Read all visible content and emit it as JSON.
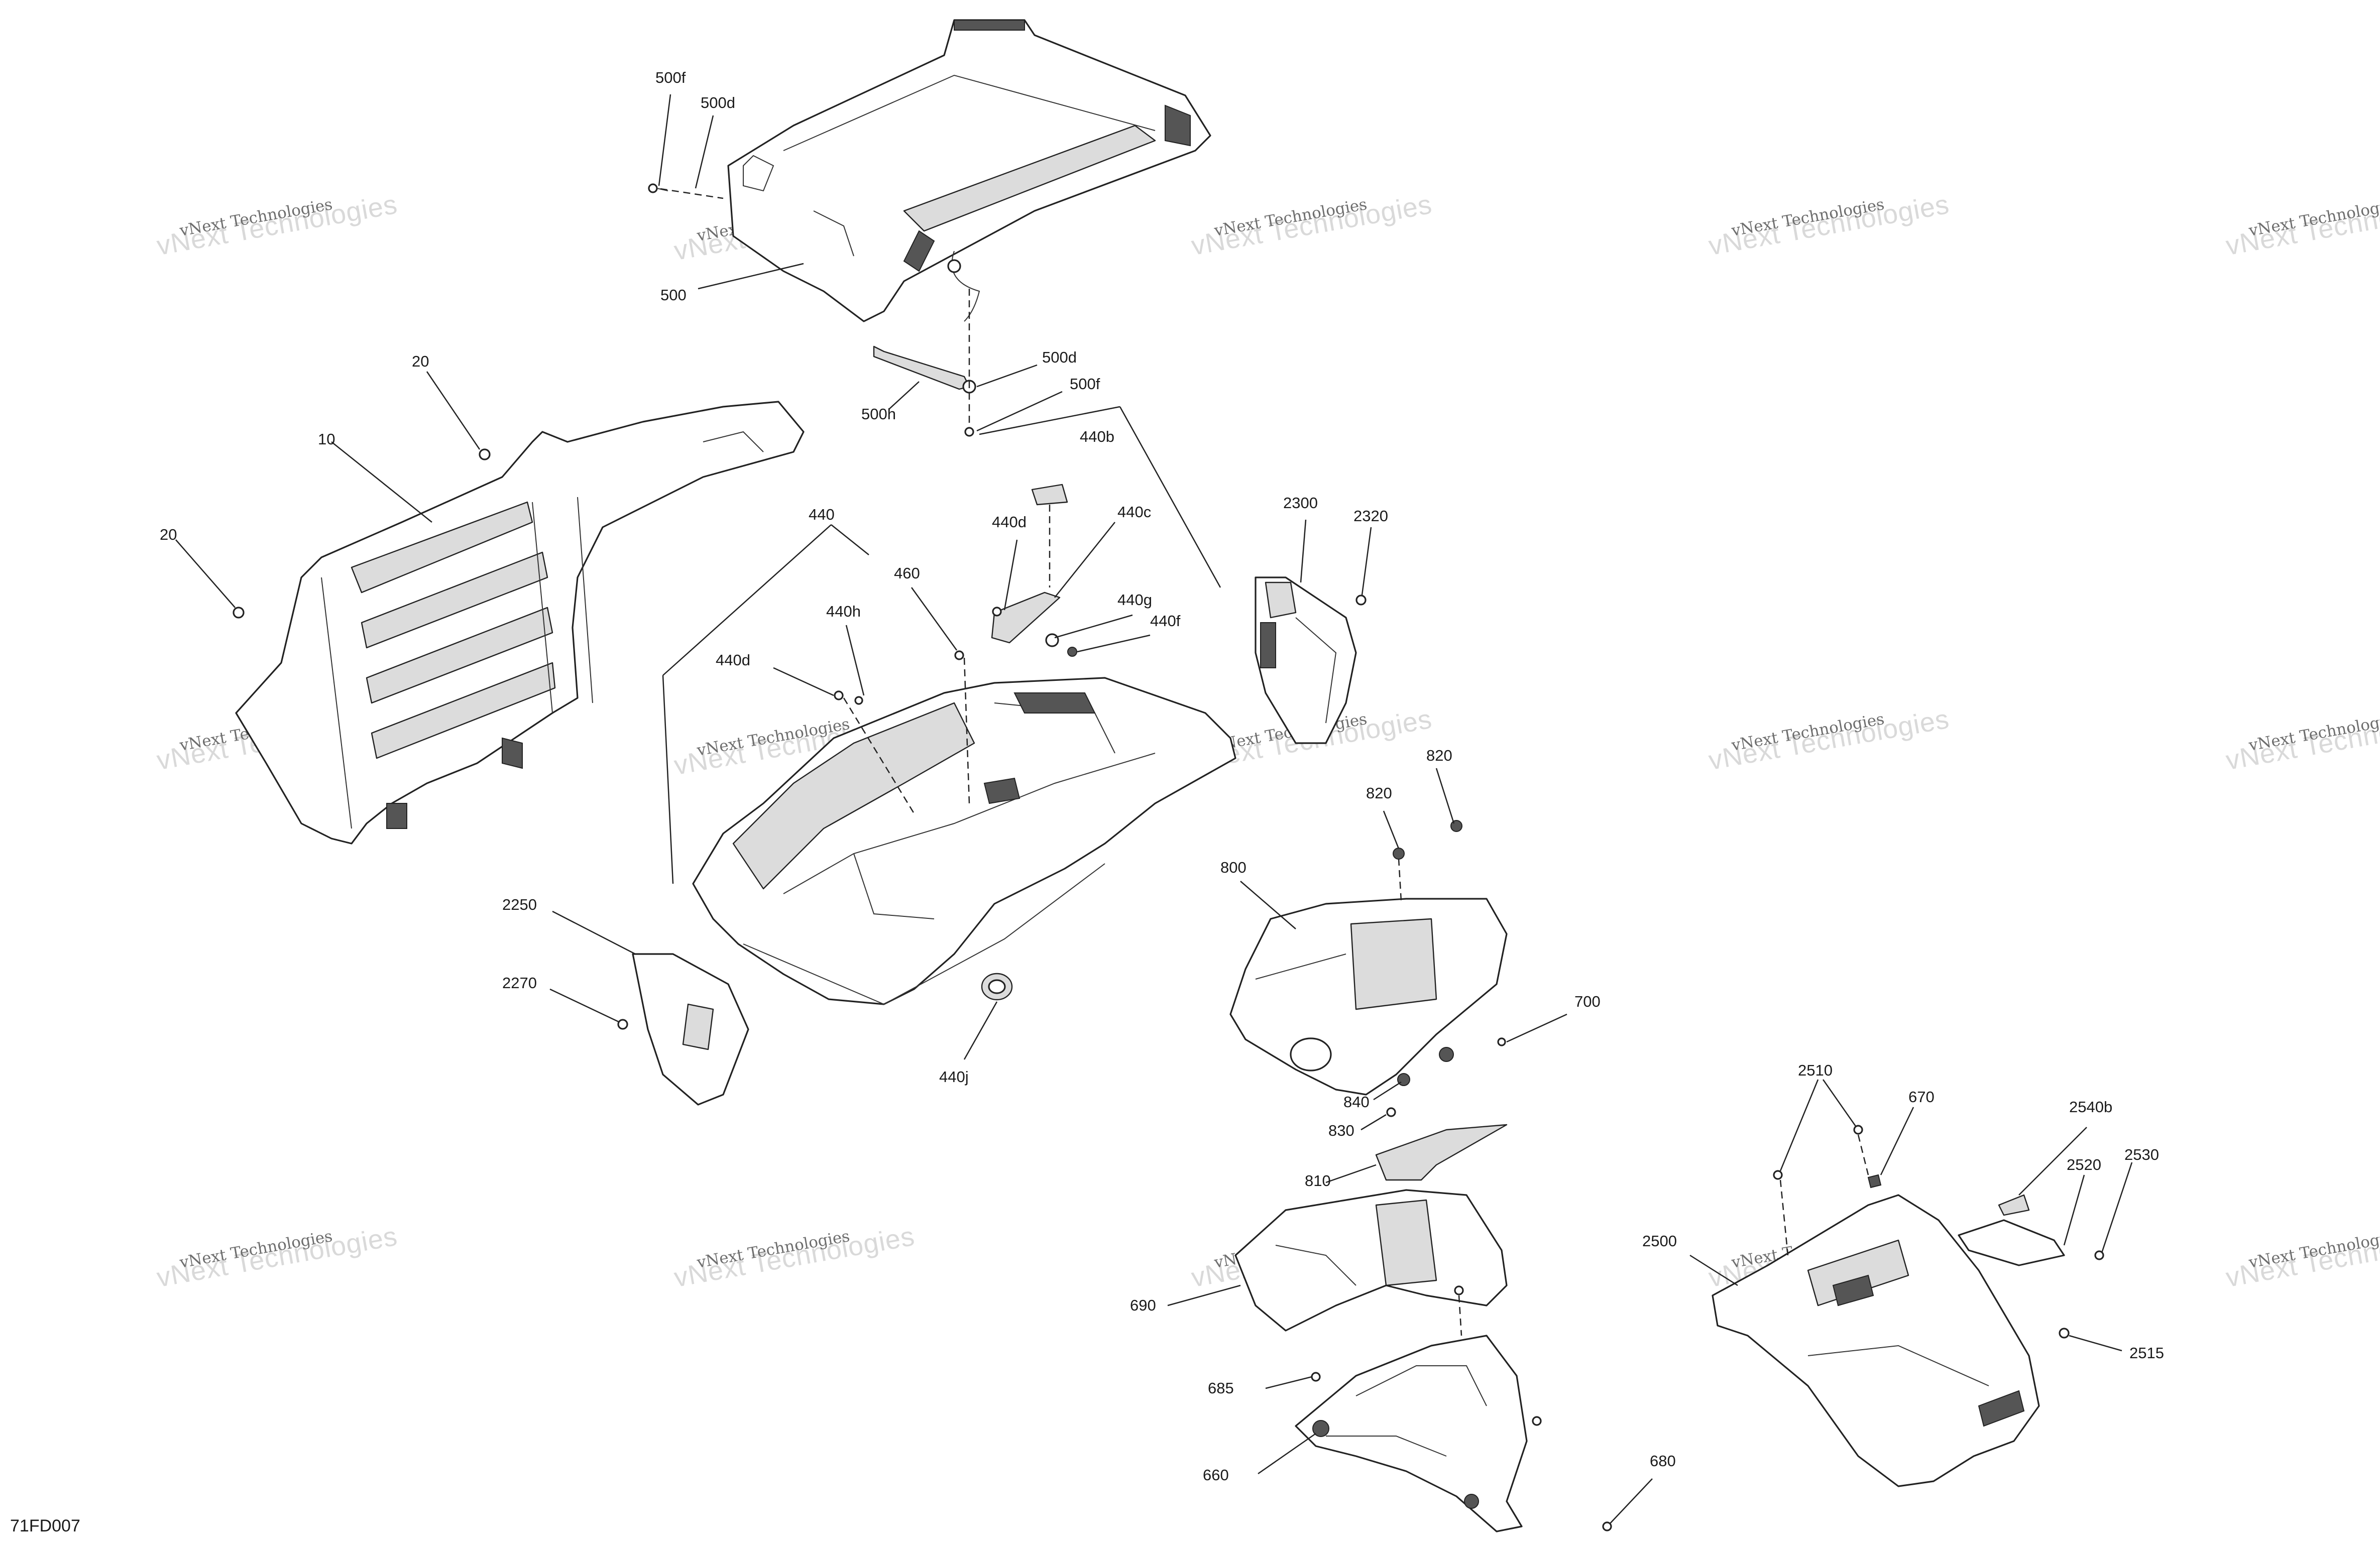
{
  "diagram_code": "71FD007",
  "watermark": {
    "line1": "vNext Technologies",
    "line2": "vNext Technologies"
  },
  "callouts": {
    "c500f_a": "500f",
    "c500d_a": "500d",
    "c500": "500",
    "c500h": "500h",
    "c500d_b": "500d",
    "c500f_b": "500f",
    "c20_a": "20",
    "c10": "10",
    "c20_b": "20",
    "c440": "440",
    "c440b": "440b",
    "c440d_a": "440d",
    "c440c": "440c",
    "c460": "460",
    "c440h": "440h",
    "c440g": "440g",
    "c440f": "440f",
    "c440d_b": "440d",
    "c440j": "440j",
    "c2300": "2300",
    "c2320": "2320",
    "c820_a": "820",
    "c820_b": "820",
    "c800": "800",
    "c700": "700",
    "c840": "840",
    "c830": "830",
    "c810": "810",
    "c2250": "2250",
    "c2270": "2270",
    "c690": "690",
    "c685": "685",
    "c660": "660",
    "c680": "680",
    "c2510": "2510",
    "c670": "670",
    "c2540b": "2540b",
    "c2520": "2520",
    "c2530": "2530",
    "c2500": "2500",
    "c2515": "2515"
  }
}
